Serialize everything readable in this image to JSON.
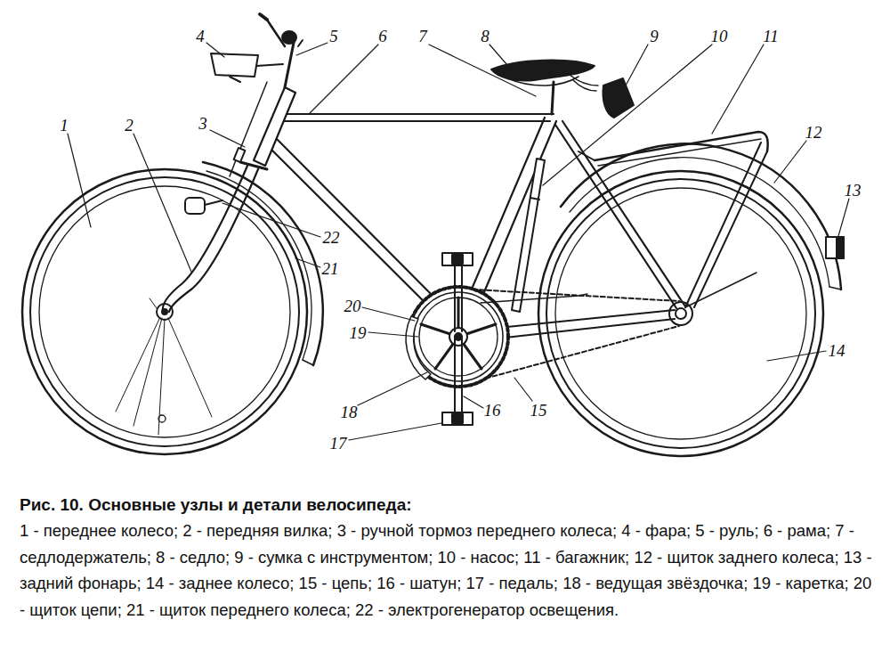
{
  "diagram": {
    "title": "Рис. 10. Основные узлы и детали велосипеда:",
    "caption": "1 - переднее колесо; 2 - передняя вилка; 3 - ручной тормоз переднего колеса; 4 - фара; 5 - руль; 6 - рама; 7 - седлодержатель; 8 - седло; 9 - сумка с инструментом; 10 - насос; 11 - багажник; 12 - щиток заднего колеса; 13 - задний фонарь; 14 - заднее колесо; 15 - цепь; 16 - шатун; 17 - педаль; 18 - ведущая звёздочка; 19 - каретка; 20 - щиток цепи; 21 - щиток переднего колеса; 22 - электрогенератор освещения.",
    "labels": [
      "1",
      "2",
      "3",
      "4",
      "5",
      "6",
      "7",
      "8",
      "9",
      "10",
      "11",
      "12",
      "13",
      "14",
      "15",
      "16",
      "17",
      "18",
      "19",
      "20",
      "21",
      "22"
    ]
  }
}
